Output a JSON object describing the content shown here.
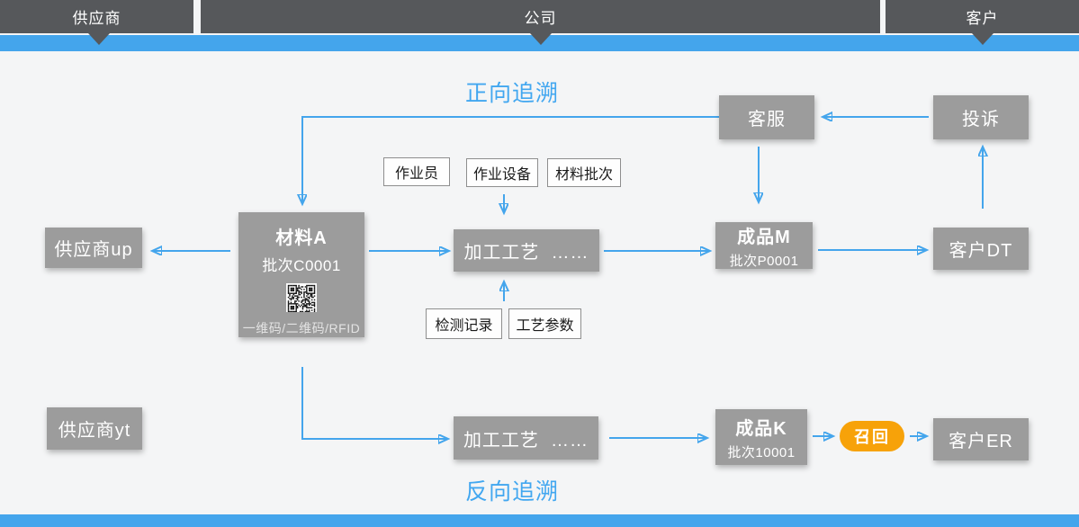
{
  "header": {
    "sections": [
      {
        "label": "供应商"
      },
      {
        "label": "公司"
      },
      {
        "label": "客户"
      }
    ]
  },
  "titles": {
    "forward": "正向追溯",
    "backward": "反向追溯"
  },
  "nodes": {
    "service": {
      "label": "客服"
    },
    "complaint": {
      "label": "投诉"
    },
    "supplier_up": {
      "label": "供应商up"
    },
    "material_a": {
      "title": "材料A",
      "batch": "批次C0001",
      "caption": "一维码/二维码/RFID"
    },
    "process_top": {
      "label": "加工工艺  ……"
    },
    "product_m": {
      "title": "成品M",
      "batch": "批次P0001"
    },
    "customer_dt": {
      "label": "客户DT"
    },
    "supplier_yt": {
      "label": "供应商yt"
    },
    "process_bottom": {
      "label": "加工工艺  ……"
    },
    "product_k": {
      "title": "成品K",
      "batch": "批次10001"
    },
    "recall": {
      "label": "召回"
    },
    "customer_er": {
      "label": "客户ER"
    }
  },
  "tags": {
    "operator": "作业员",
    "equipment": "作业设备",
    "material_batch": "材料批次",
    "inspection": "检测记录",
    "process_params": "工艺参数"
  },
  "colors": {
    "header_dark": "#56585B",
    "accent_blue": "#44A5EC",
    "title_blue": "#42A7F0",
    "node_gray": "#9C9C9C",
    "recall_orange": "#F7A209",
    "background": "#F4F5F6"
  }
}
